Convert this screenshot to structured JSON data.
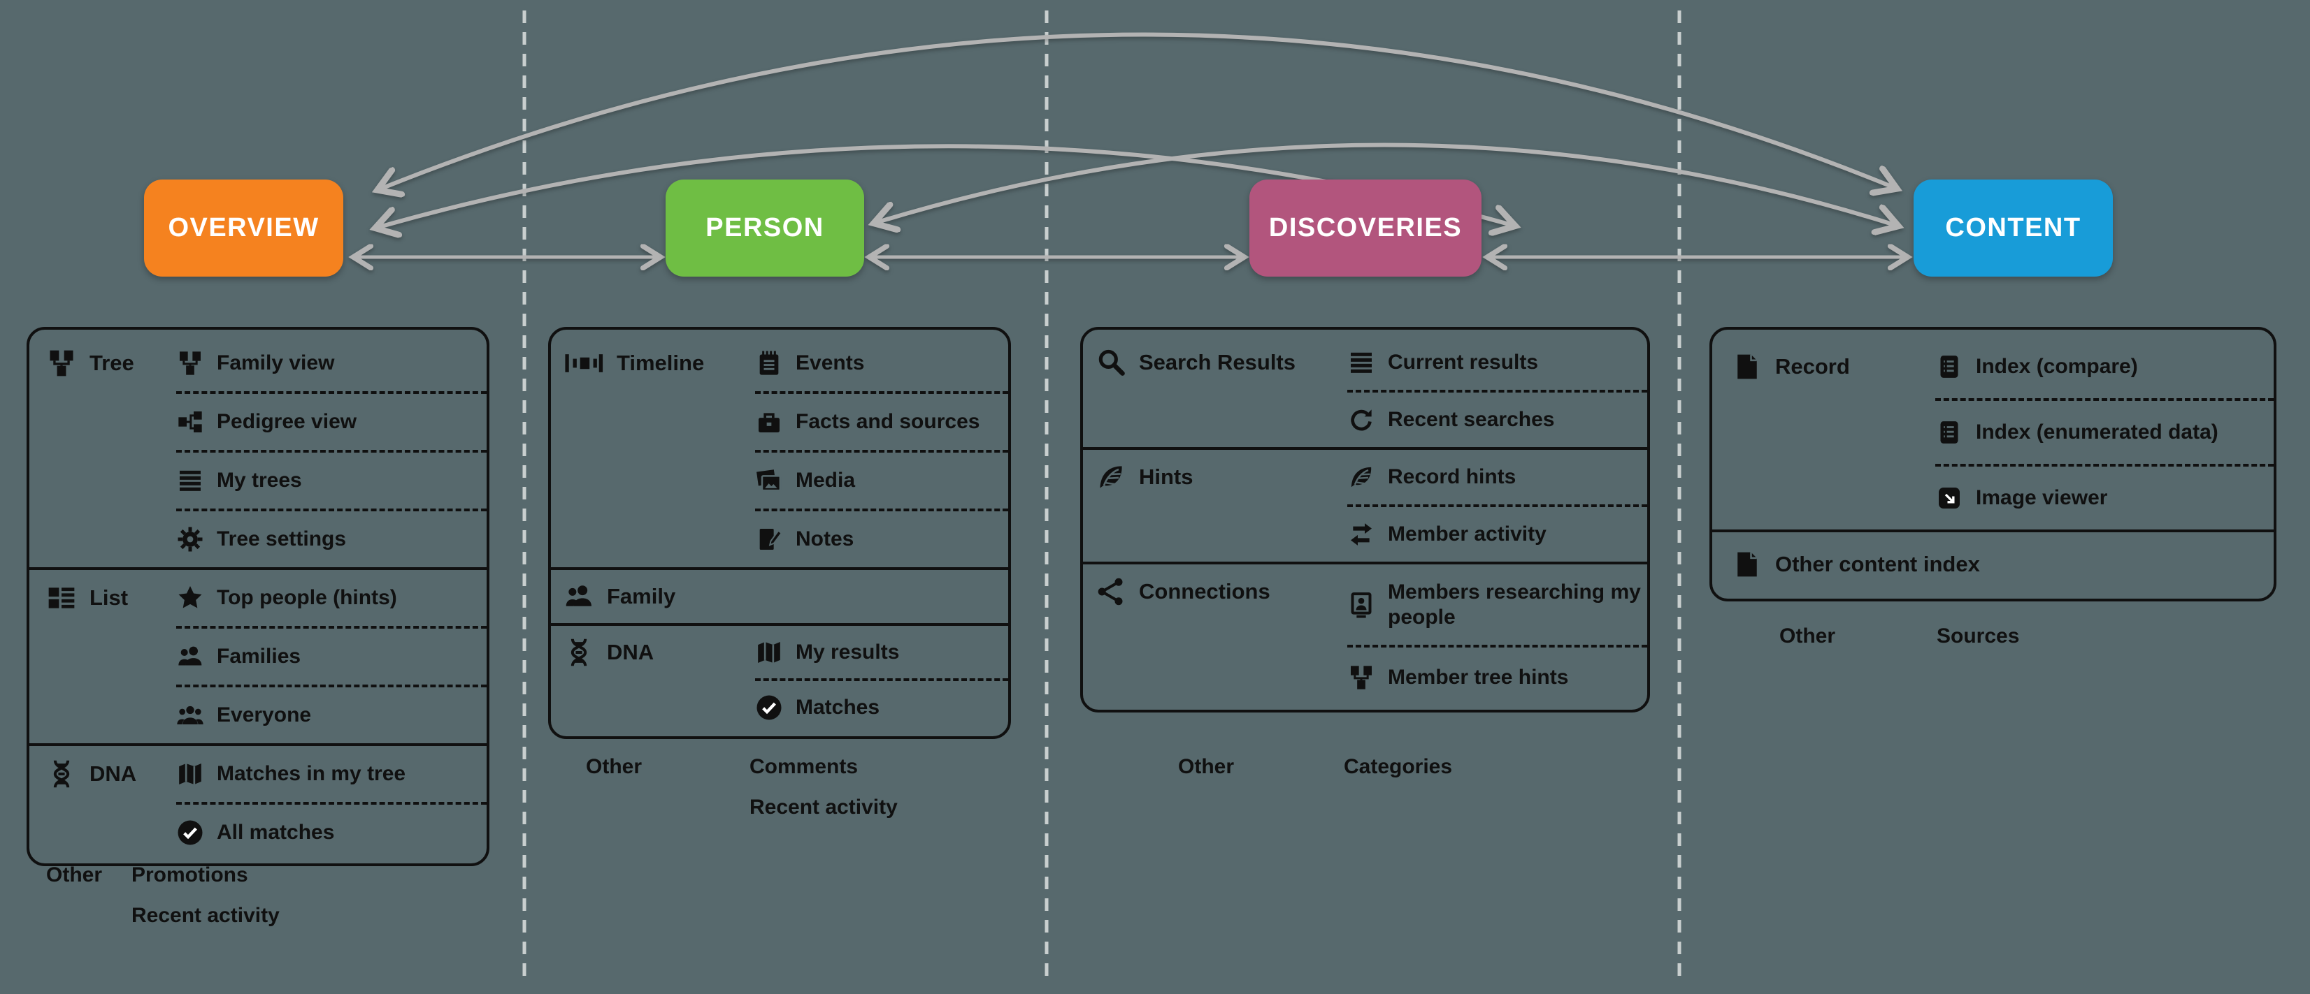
{
  "background_color": "#57696d",
  "arrow_color": "#b3b3b3",
  "columns": [
    {
      "button": {
        "label": "OVERVIEW",
        "color": "#f5821f"
      },
      "groups": [
        {
          "label": "Tree",
          "icon": "tree-icon",
          "items": [
            {
              "label": "Family view",
              "icon": "family-tree-icon"
            },
            {
              "label": "Pedigree view",
              "icon": "pedigree-icon"
            },
            {
              "label": "My trees",
              "icon": "list-icon"
            },
            {
              "label": "Tree settings",
              "icon": "gear-icon"
            }
          ]
        },
        {
          "label": "List",
          "icon": "grid-icon",
          "items": [
            {
              "label": "Top people (hints)",
              "icon": "star-icon"
            },
            {
              "label": "Families",
              "icon": "people-two-icon"
            },
            {
              "label": "Everyone",
              "icon": "people-three-icon"
            }
          ]
        },
        {
          "label": "DNA",
          "icon": "dna-icon",
          "items": [
            {
              "label": "Matches in my tree",
              "icon": "map-icon"
            },
            {
              "label": "All matches",
              "icon": "check-circle-icon"
            }
          ]
        }
      ],
      "other": {
        "label": "Other",
        "items": [
          "Promotions",
          "Recent activity"
        ]
      }
    },
    {
      "button": {
        "label": "PERSON",
        "color": "#6fbe44"
      },
      "groups": [
        {
          "label": "Timeline",
          "icon": "timeline-icon",
          "items": [
            {
              "label": "Events",
              "icon": "notepad-icon"
            },
            {
              "label": "Facts and sources",
              "icon": "briefcase-icon"
            },
            {
              "label": "Media",
              "icon": "photos-icon"
            },
            {
              "label": "Notes",
              "icon": "notes-icon"
            }
          ]
        },
        {
          "label": "Family",
          "icon": "people-two-icon",
          "items": []
        },
        {
          "label": "DNA",
          "icon": "dna-icon",
          "items": [
            {
              "label": "My results",
              "icon": "map-icon"
            },
            {
              "label": "Matches",
              "icon": "check-circle-icon"
            }
          ]
        }
      ],
      "other": {
        "label": "Other",
        "items": [
          "Comments",
          "Recent activity"
        ]
      }
    },
    {
      "button": {
        "label": "DISCOVERIES",
        "color": "#b2557d"
      },
      "groups": [
        {
          "label": "Search Results",
          "icon": "search-icon",
          "items": [
            {
              "label": "Current results",
              "icon": "list-icon"
            },
            {
              "label": "Recent searches",
              "icon": "history-icon"
            }
          ]
        },
        {
          "label": "Hints",
          "icon": "leaf-icon",
          "items": [
            {
              "label": "Record hints",
              "icon": "leaf-icon"
            },
            {
              "label": "Member activity",
              "icon": "swap-arrows-icon"
            }
          ]
        },
        {
          "label": "Connections",
          "icon": "share-icon",
          "items": [
            {
              "label": "Members researching my people",
              "icon": "member-card-icon"
            },
            {
              "label": "Member tree hints",
              "icon": "family-tree-icon"
            }
          ]
        }
      ],
      "other": {
        "label": "Other",
        "items": [
          "Categories"
        ]
      }
    },
    {
      "button": {
        "label": "CONTENT",
        "color": "#189cd8"
      },
      "groups": [
        {
          "label": "Record",
          "icon": "document-icon",
          "items": [
            {
              "label": "Index (compare)",
              "icon": "index-doc-icon"
            },
            {
              "label": "Index (enumerated data)",
              "icon": "index-doc-icon"
            },
            {
              "label": "Image viewer",
              "icon": "image-viewer-icon"
            }
          ]
        },
        {
          "label": "Other content index",
          "icon": "document-icon",
          "items": []
        }
      ],
      "other": {
        "label": "Other",
        "items": [
          "Sources"
        ]
      }
    }
  ]
}
